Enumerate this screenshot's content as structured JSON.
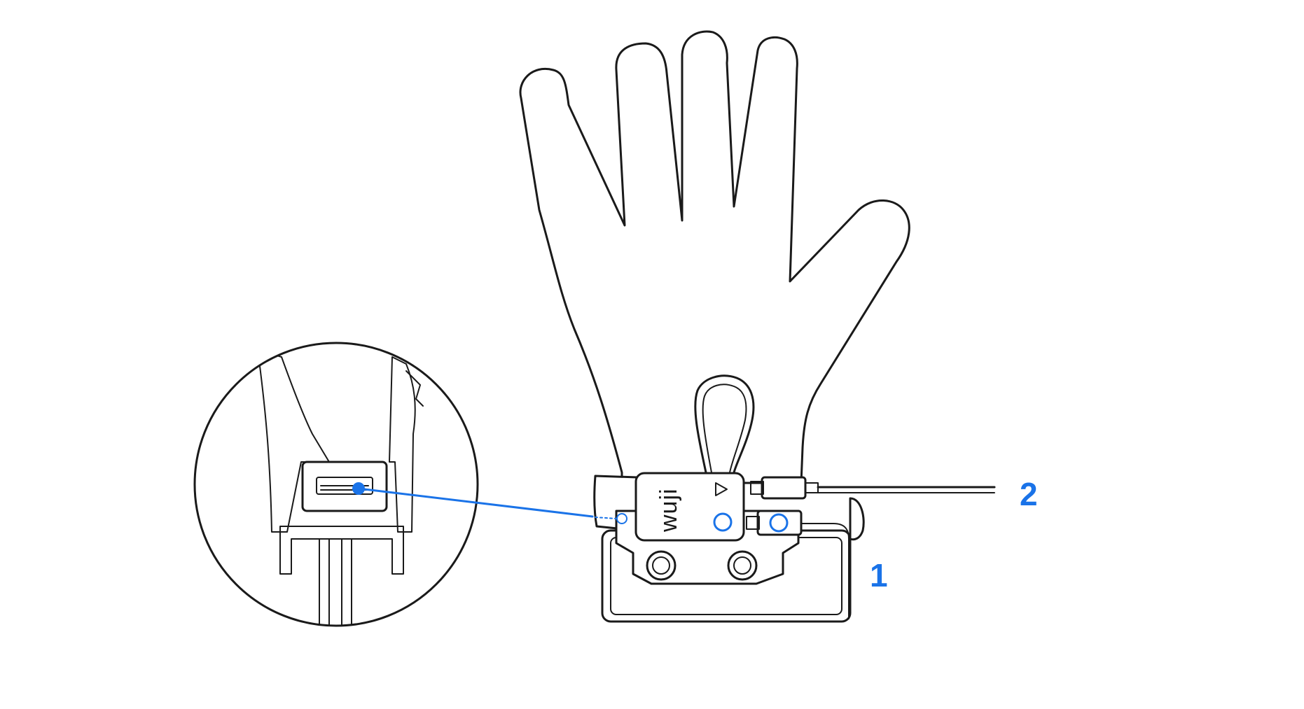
{
  "diagram": {
    "callouts": [
      {
        "id": "1",
        "label": "1"
      },
      {
        "id": "2",
        "label": "2"
      }
    ],
    "device_logo": "wuji",
    "colors": {
      "line": "#1a1a1a",
      "accent": "#1a73e8",
      "background": "#ffffff"
    },
    "icons": [
      "glove-outline",
      "wrist-module",
      "usb-cable",
      "magnified-connector-inset"
    ]
  }
}
